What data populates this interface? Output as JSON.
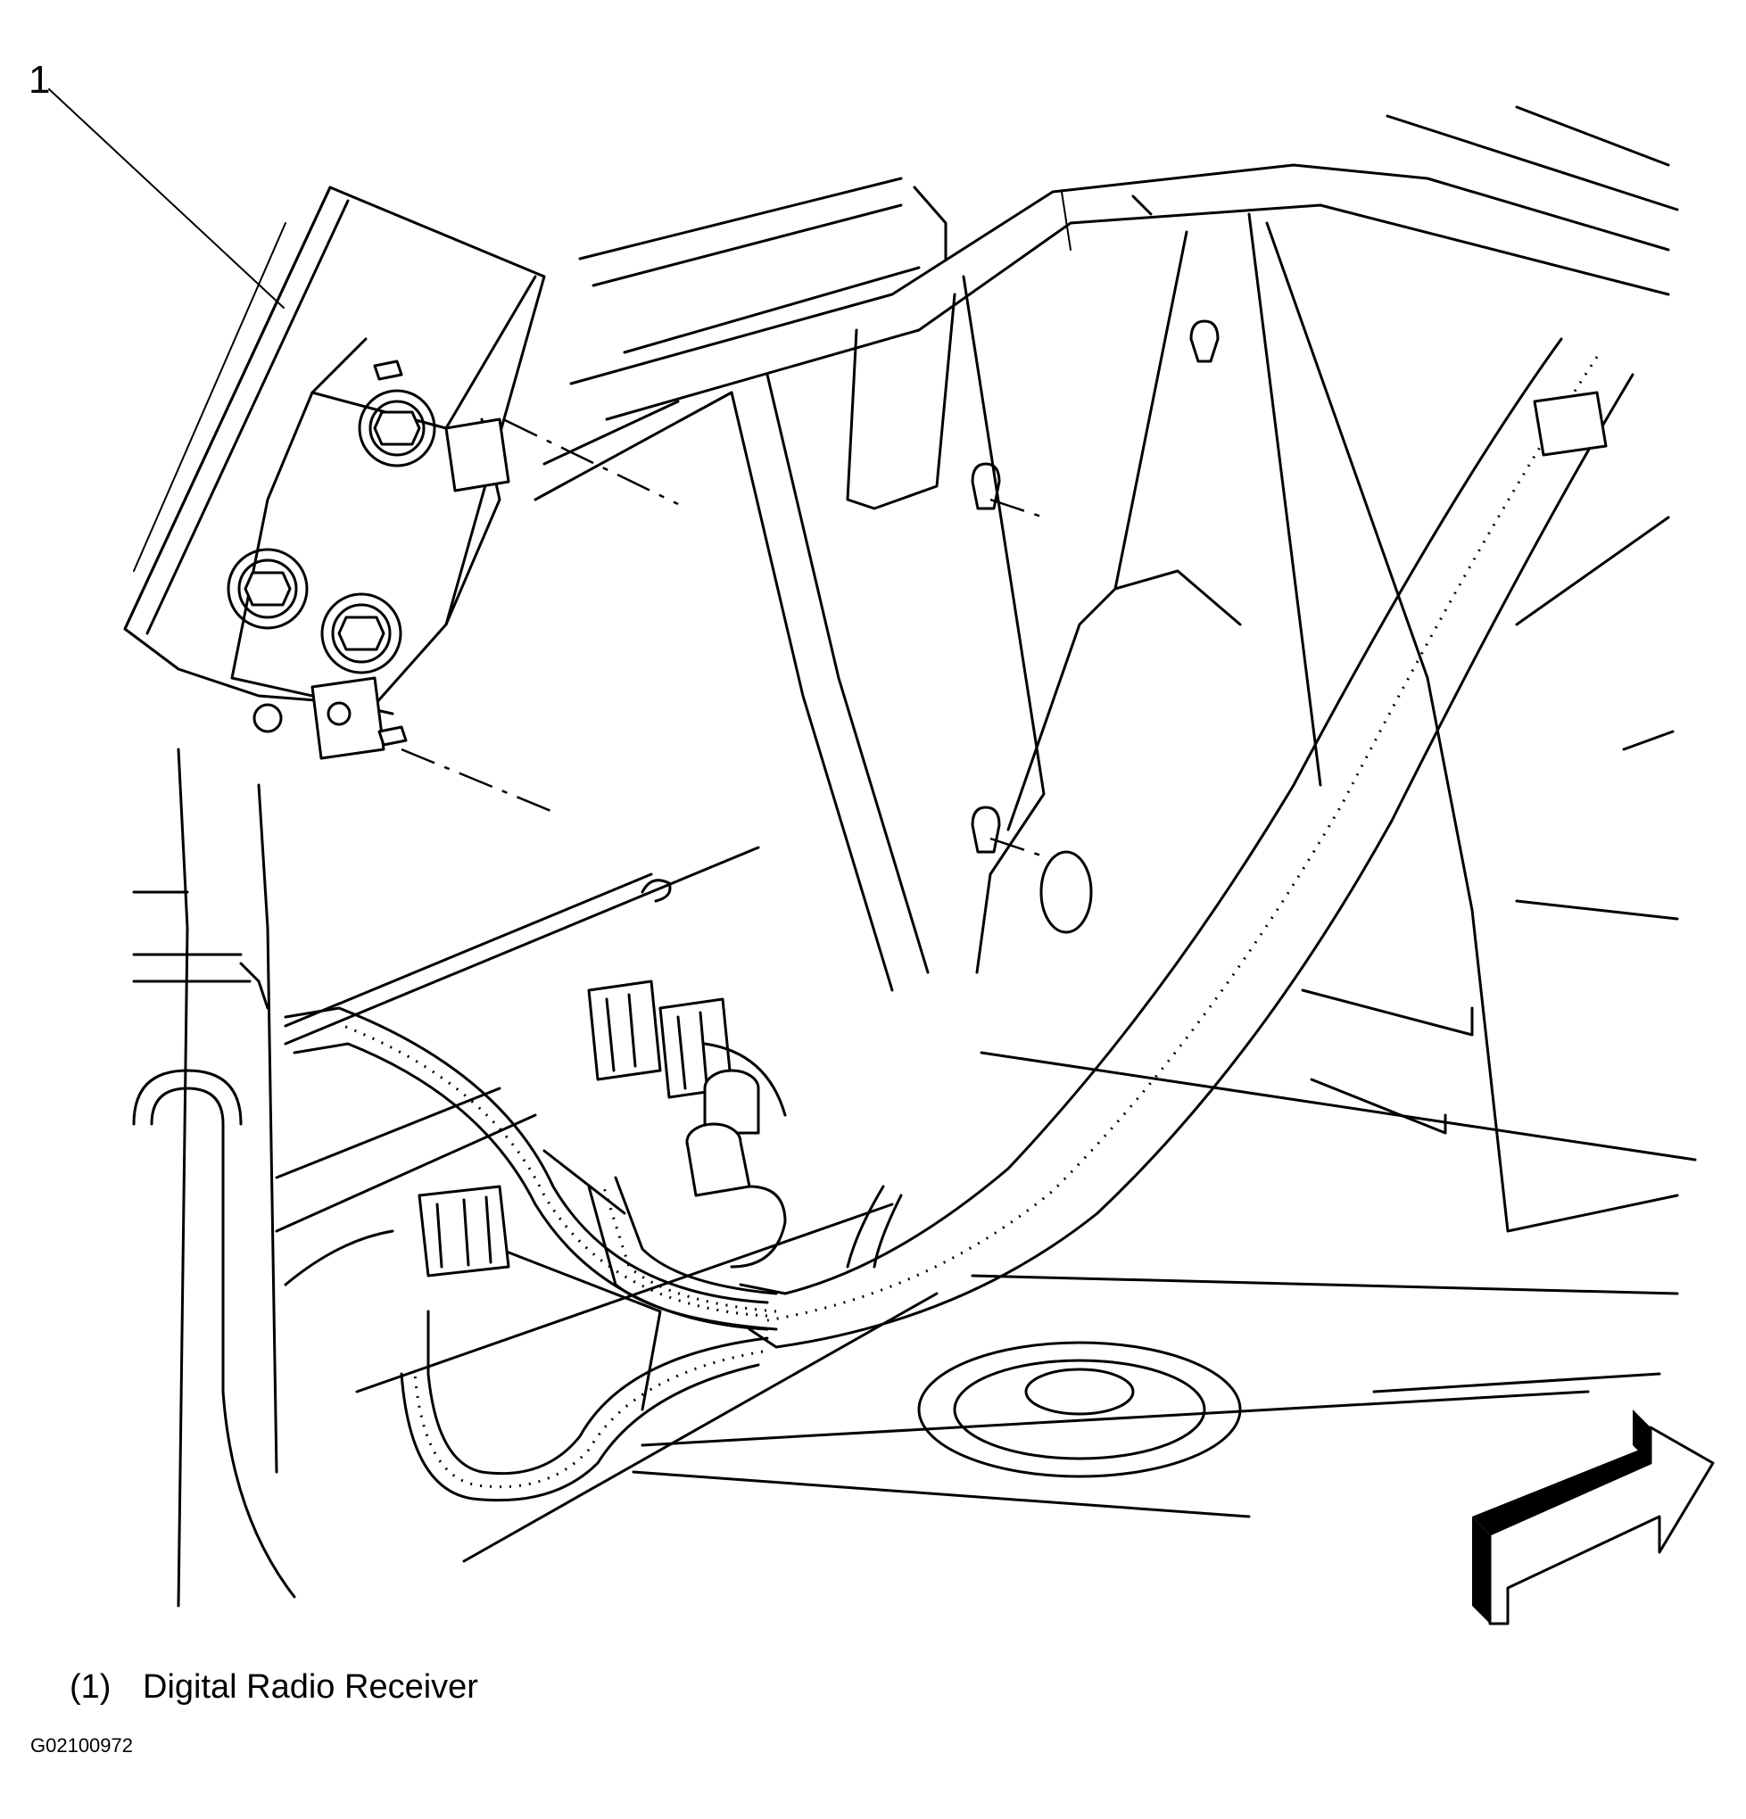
{
  "callout": {
    "number": "1"
  },
  "legend": {
    "items": [
      {
        "number": "(1)",
        "label": "Digital Radio Receiver"
      }
    ]
  },
  "figure_id": "G02100972",
  "icons": {
    "direction_arrow": "forward-arrow-icon"
  }
}
